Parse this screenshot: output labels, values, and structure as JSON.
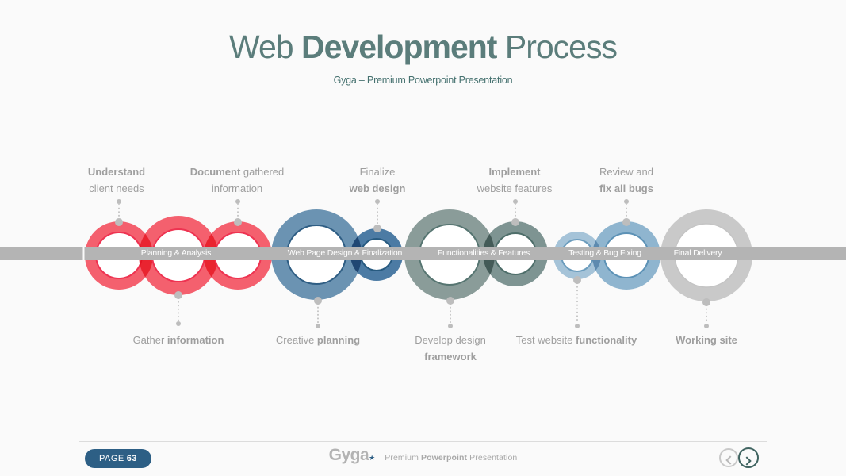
{
  "header": {
    "title_pre": "Web ",
    "title_bold": "Development",
    "title_post": " Process",
    "subtitle": "Gyga – Premium Powerpoint Presentation",
    "title_color": "#5b7d7b"
  },
  "timeline": {
    "band_color": "#b4b4b4",
    "label_text_color": "#ffffff",
    "stages": [
      {
        "label": "Planning & Analysis",
        "ring": "#f4606e",
        "border": "#ee3351"
      },
      {
        "label": "Web Page Design & Finalization",
        "ring": "#6b93b2",
        "border": "#2f5e84",
        "ring2": "#4c7ba4",
        "border2": "#275a80"
      },
      {
        "label": "Functionalities & Features",
        "ring": "#8a9c99",
        "border": "#567571",
        "ring2": "#7e9492",
        "border2": "#4e6e6a"
      },
      {
        "label": "Testing & Bug Fixing",
        "ring": "#a5c3d8",
        "border": "#6b9cbd",
        "ring2": "#8fb5cf",
        "border2": "#5d92b6"
      },
      {
        "label": "Final Delivery",
        "ring": "#c9c9c9",
        "border": "#c4c4c4"
      }
    ],
    "callouts_top": [
      {
        "lines": [
          [
            {
              "t": "Understand",
              "b": true
            }
          ],
          [
            {
              "t": "client needs",
              "b": false
            }
          ]
        ]
      },
      {
        "lines": [
          [
            {
              "t": "Document",
              "b": true
            },
            {
              "t": " gathered",
              "b": false
            }
          ],
          [
            {
              "t": "information",
              "b": false
            }
          ]
        ]
      },
      {
        "lines": [
          [
            {
              "t": "Finalize",
              "b": false
            }
          ],
          [
            {
              "t": "web design",
              "b": true
            }
          ]
        ]
      },
      {
        "lines": [
          [
            {
              "t": "Implement",
              "b": true
            }
          ],
          [
            {
              "t": "website features",
              "b": false
            }
          ]
        ]
      },
      {
        "lines": [
          [
            {
              "t": "Review and",
              "b": false
            }
          ],
          [
            {
              "t": "fix all bugs",
              "b": true
            }
          ]
        ]
      }
    ],
    "callouts_bottom": [
      {
        "lines": [
          [
            {
              "t": "Gather ",
              "b": false
            },
            {
              "t": "information",
              "b": true
            }
          ]
        ]
      },
      {
        "lines": [
          [
            {
              "t": "Creative ",
              "b": false
            },
            {
              "t": "planning",
              "b": true
            }
          ]
        ]
      },
      {
        "lines": [
          [
            {
              "t": "Develop design",
              "b": false
            }
          ],
          [
            {
              "t": "framework",
              "b": true
            }
          ]
        ]
      },
      {
        "lines": [
          [
            {
              "t": "Test website ",
              "b": false
            },
            {
              "t": "functionality",
              "b": true
            }
          ]
        ]
      },
      {
        "lines": [
          [
            {
              "t": "Working site",
              "b": true
            }
          ]
        ]
      }
    ]
  },
  "footer": {
    "page_label": "PAGE",
    "page_number": "63",
    "brand": "Gyga",
    "star_icon": "★",
    "tagline_pre": "Premium ",
    "tagline_bold": "Powerpoint",
    "tagline_post": " Presentation",
    "accent_color": "#2d5f85"
  }
}
